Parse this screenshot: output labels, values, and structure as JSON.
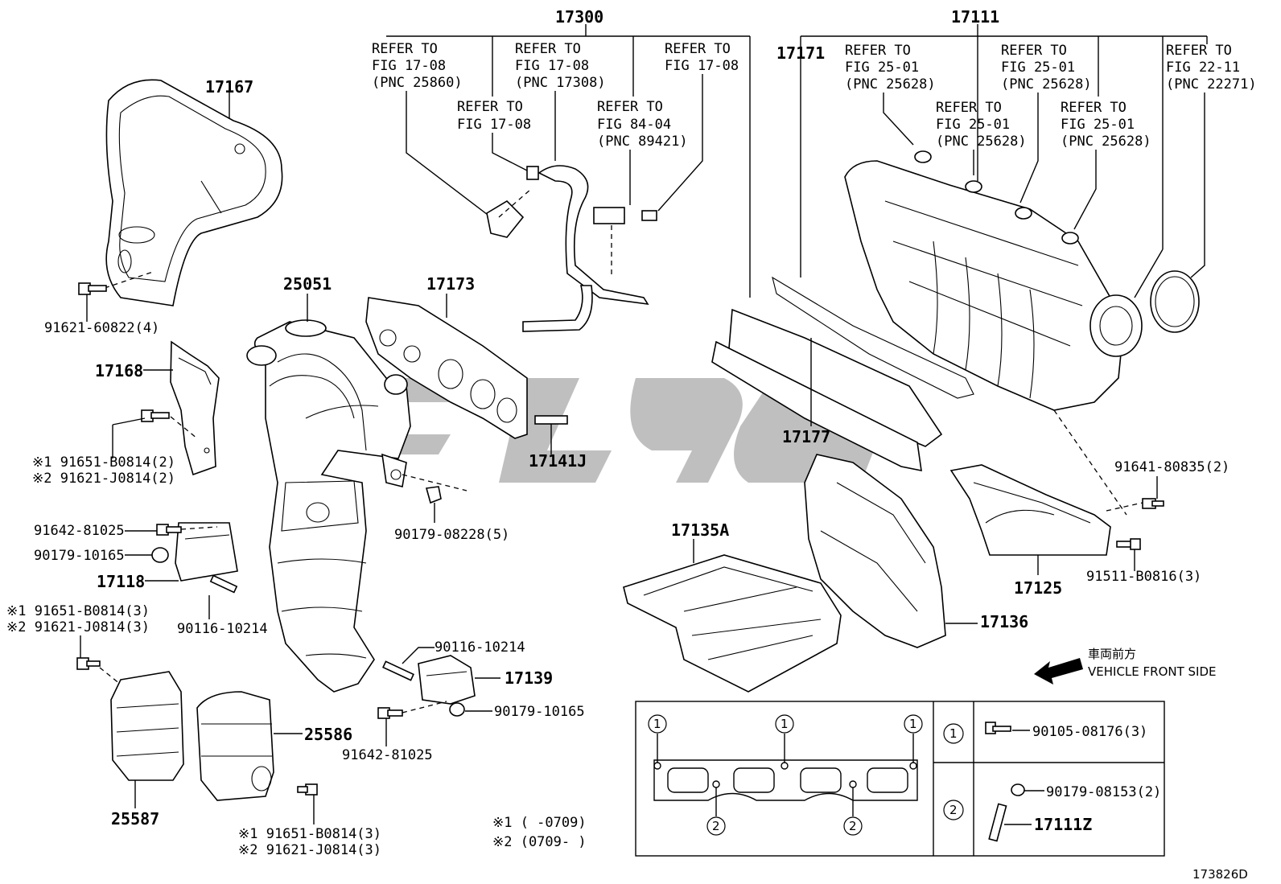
{
  "labels": {
    "p17300": "17300",
    "p17111": "17111",
    "p17171": "17171",
    "p17167": "17167",
    "p25051": "25051",
    "p17173": "17173",
    "p17168": "17168",
    "p17141j": "17141J",
    "p17177": "17177",
    "p17135a": "17135A",
    "p17125": "17125",
    "p17136": "17136",
    "p17118": "17118",
    "p17139": "17139",
    "p25586": "25586",
    "p25587": "25587",
    "p17111z": "17111Z"
  },
  "refs": {
    "r1": [
      "REFER TO",
      "FIG 17-08",
      "(PNC 25860)"
    ],
    "r2": [
      "REFER TO",
      "FIG 17-08",
      "(PNC 17308)"
    ],
    "r3": [
      "REFER TO",
      "FIG 17-08"
    ],
    "r4": [
      "REFER TO",
      "FIG 17-08"
    ],
    "r5": [
      "REFER TO",
      "FIG 84-04",
      "(PNC 89421)"
    ],
    "r6": [
      "REFER TO",
      "FIG 25-01",
      "(PNC 25628)"
    ],
    "r7": [
      "REFER TO",
      "FIG 25-01",
      "(PNC 25628)"
    ],
    "r8": [
      "REFER TO",
      "FIG 25-01",
      "(PNC 25628)"
    ],
    "r9": [
      "REFER TO",
      "FIG 25-01",
      "(PNC 25628)"
    ],
    "r10": [
      "REFER TO",
      "FIG 22-11",
      "(PNC 22271)"
    ]
  },
  "bolts": {
    "b1": "91621-60822(4)",
    "b2a": "※1 91651-B0814(2)",
    "b2b": "※2 91621-J0814(2)",
    "b3": "91642-81025",
    "b4": "90179-10165",
    "b5": "90116-10214",
    "b6a": "※1 91651-B0814(3)",
    "b6b": "※2 91621-J0814(3)",
    "b7": "90179-08228(5)",
    "b8": "90116-10214",
    "b9": "90179-10165",
    "b10": "91642-81025",
    "b11a": "※1 91651-B0814(3)",
    "b11b": "※2 91621-J0814(3)",
    "b12": "91641-80835(2)",
    "b13": "91511-B0816(3)"
  },
  "notes": {
    "n1": "※1 (      -0709)",
    "n2": "※2 (0709-      )",
    "front_jp": "車両前方",
    "front_en": "VEHICLE FRONT SIDE",
    "fig_id": "173826D"
  },
  "legend": {
    "c1": "1",
    "c2": "2",
    "item1": "90105-08176(3)",
    "item2": "90179-08153(2)"
  },
  "colors": {
    "line": "#000000",
    "watermark": "#8a8a8a",
    "background": "#ffffff"
  }
}
